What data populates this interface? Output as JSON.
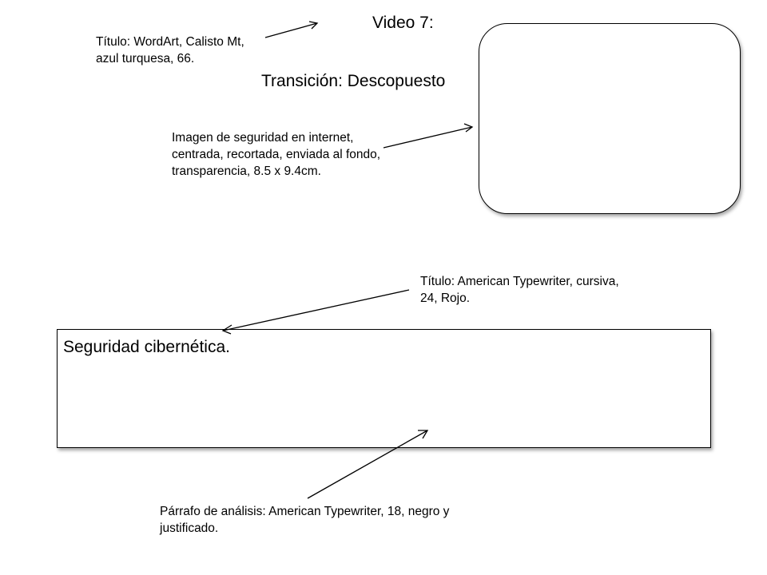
{
  "header": {
    "video_title": "Video 7:",
    "transition": "Transición: Descopuesto"
  },
  "notes": {
    "title_note": "Título: WordArt, Calisto Mt, azul turquesa, 66.",
    "image_note": "Imagen de seguridad en internet, centrada, recortada, enviada al fondo, transparencia, 8.5 x 9.4cm.",
    "heading_note": "Título: American Typewriter, cursiva, 24, Rojo.",
    "paragraph_note": "Párrafo de análisis: American Typewriter, 18, negro y justificado."
  },
  "text_box": {
    "title": "Seguridad cibernética."
  },
  "colors": {
    "line": "#000000",
    "shadow": "#808080",
    "background": "#ffffff"
  }
}
